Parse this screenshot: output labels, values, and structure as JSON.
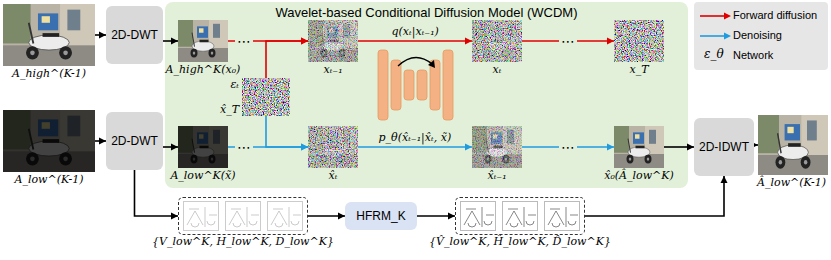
{
  "diagram": {
    "nodes": [
      {
        "text": [
          "A_high^(K-1)"
        ]
      },
      {
        "text": [
          "2D-DWT"
        ]
      },
      {
        "text": [
          "A_low^(K-1)"
        ]
      },
      {
        "text": [
          "2D-DWT"
        ]
      },
      {
        "text": [
          "Wavelet-based Conditional Diffusion Model (WCDM)"
        ]
      },
      {
        "text": [
          "A_high^K(x₀)"
        ],
        "in": 4
      },
      {
        "text": [
          "xₜ₋₁"
        ],
        "in": 4
      },
      {
        "text": [
          "xₜ"
        ],
        "in": 4
      },
      {
        "text": [
          "x_T"
        ],
        "in": 4
      },
      {
        "text": [
          "εₜ",
          "x̂_T"
        ],
        "in": 4
      },
      {
        "text": [
          "A_low^K(x̃)"
        ],
        "in": 4
      },
      {
        "text": [
          "x̂ₜ"
        ],
        "in": 4
      },
      {
        "text": [
          "x̂ₜ₋₁"
        ],
        "in": 4
      },
      {
        "text": [
          "x̂₀(Â_low^K)"
        ],
        "in": 4
      },
      {
        "text": [
          "{V_low^K, H_low^K, D_low^K}"
        ]
      },
      {
        "text": [
          "HFRM_K"
        ]
      },
      {
        "text": [
          "{V̂_low^K, Ĥ_low^K, D̂_low^K}"
        ]
      },
      {
        "text": [
          "2D-IDWT"
        ]
      },
      {
        "text": [
          "Â_low^(K-1)"
        ]
      }
    ],
    "edges": [
      {
        "from": 0,
        "to": 1,
        "arrow": "to"
      },
      {
        "from": 1,
        "to": 5,
        "arrow": "to"
      },
      {
        "from": 2,
        "to": 3,
        "arrow": "to"
      },
      {
        "from": 3,
        "to": 10,
        "arrow": "to"
      },
      {
        "from": 3,
        "to": 14,
        "arrow": "to"
      },
      {
        "from": 5,
        "to": 6,
        "label": "⋯",
        "arrow": "to"
      },
      {
        "from": 9,
        "to": 6,
        "arrow": "to"
      },
      {
        "from": 6,
        "to": 7,
        "label": "q(xₜ|xₜ₋₁)",
        "arrow": "to"
      },
      {
        "from": 7,
        "to": 8,
        "label": "⋯",
        "arrow": "to"
      },
      {
        "from": 10,
        "to": 11,
        "label": "⋯",
        "arrow": "to"
      },
      {
        "from": 9,
        "to": 11,
        "arrow": "to"
      },
      {
        "from": 11,
        "to": 12,
        "label": "p_θ(x̂ₜ₋₁|x̂ₜ, x̃)",
        "arrow": "to"
      },
      {
        "from": 12,
        "to": 13,
        "label": "⋯",
        "arrow": "to"
      },
      {
        "from": 13,
        "to": 17,
        "arrow": "to"
      },
      {
        "from": 14,
        "to": 15,
        "arrow": "to"
      },
      {
        "from": 15,
        "to": 16,
        "arrow": "to"
      },
      {
        "from": 16,
        "to": 17,
        "arrow": "to"
      },
      {
        "from": 17,
        "to": 18,
        "arrow": "to"
      }
    ],
    "labels": [
      "ε_θ"
    ],
    "legend": [
      {
        "text": "Forward diffusion"
      },
      {
        "text": "Denoising"
      },
      {
        "text": "Network"
      }
    ]
  }
}
